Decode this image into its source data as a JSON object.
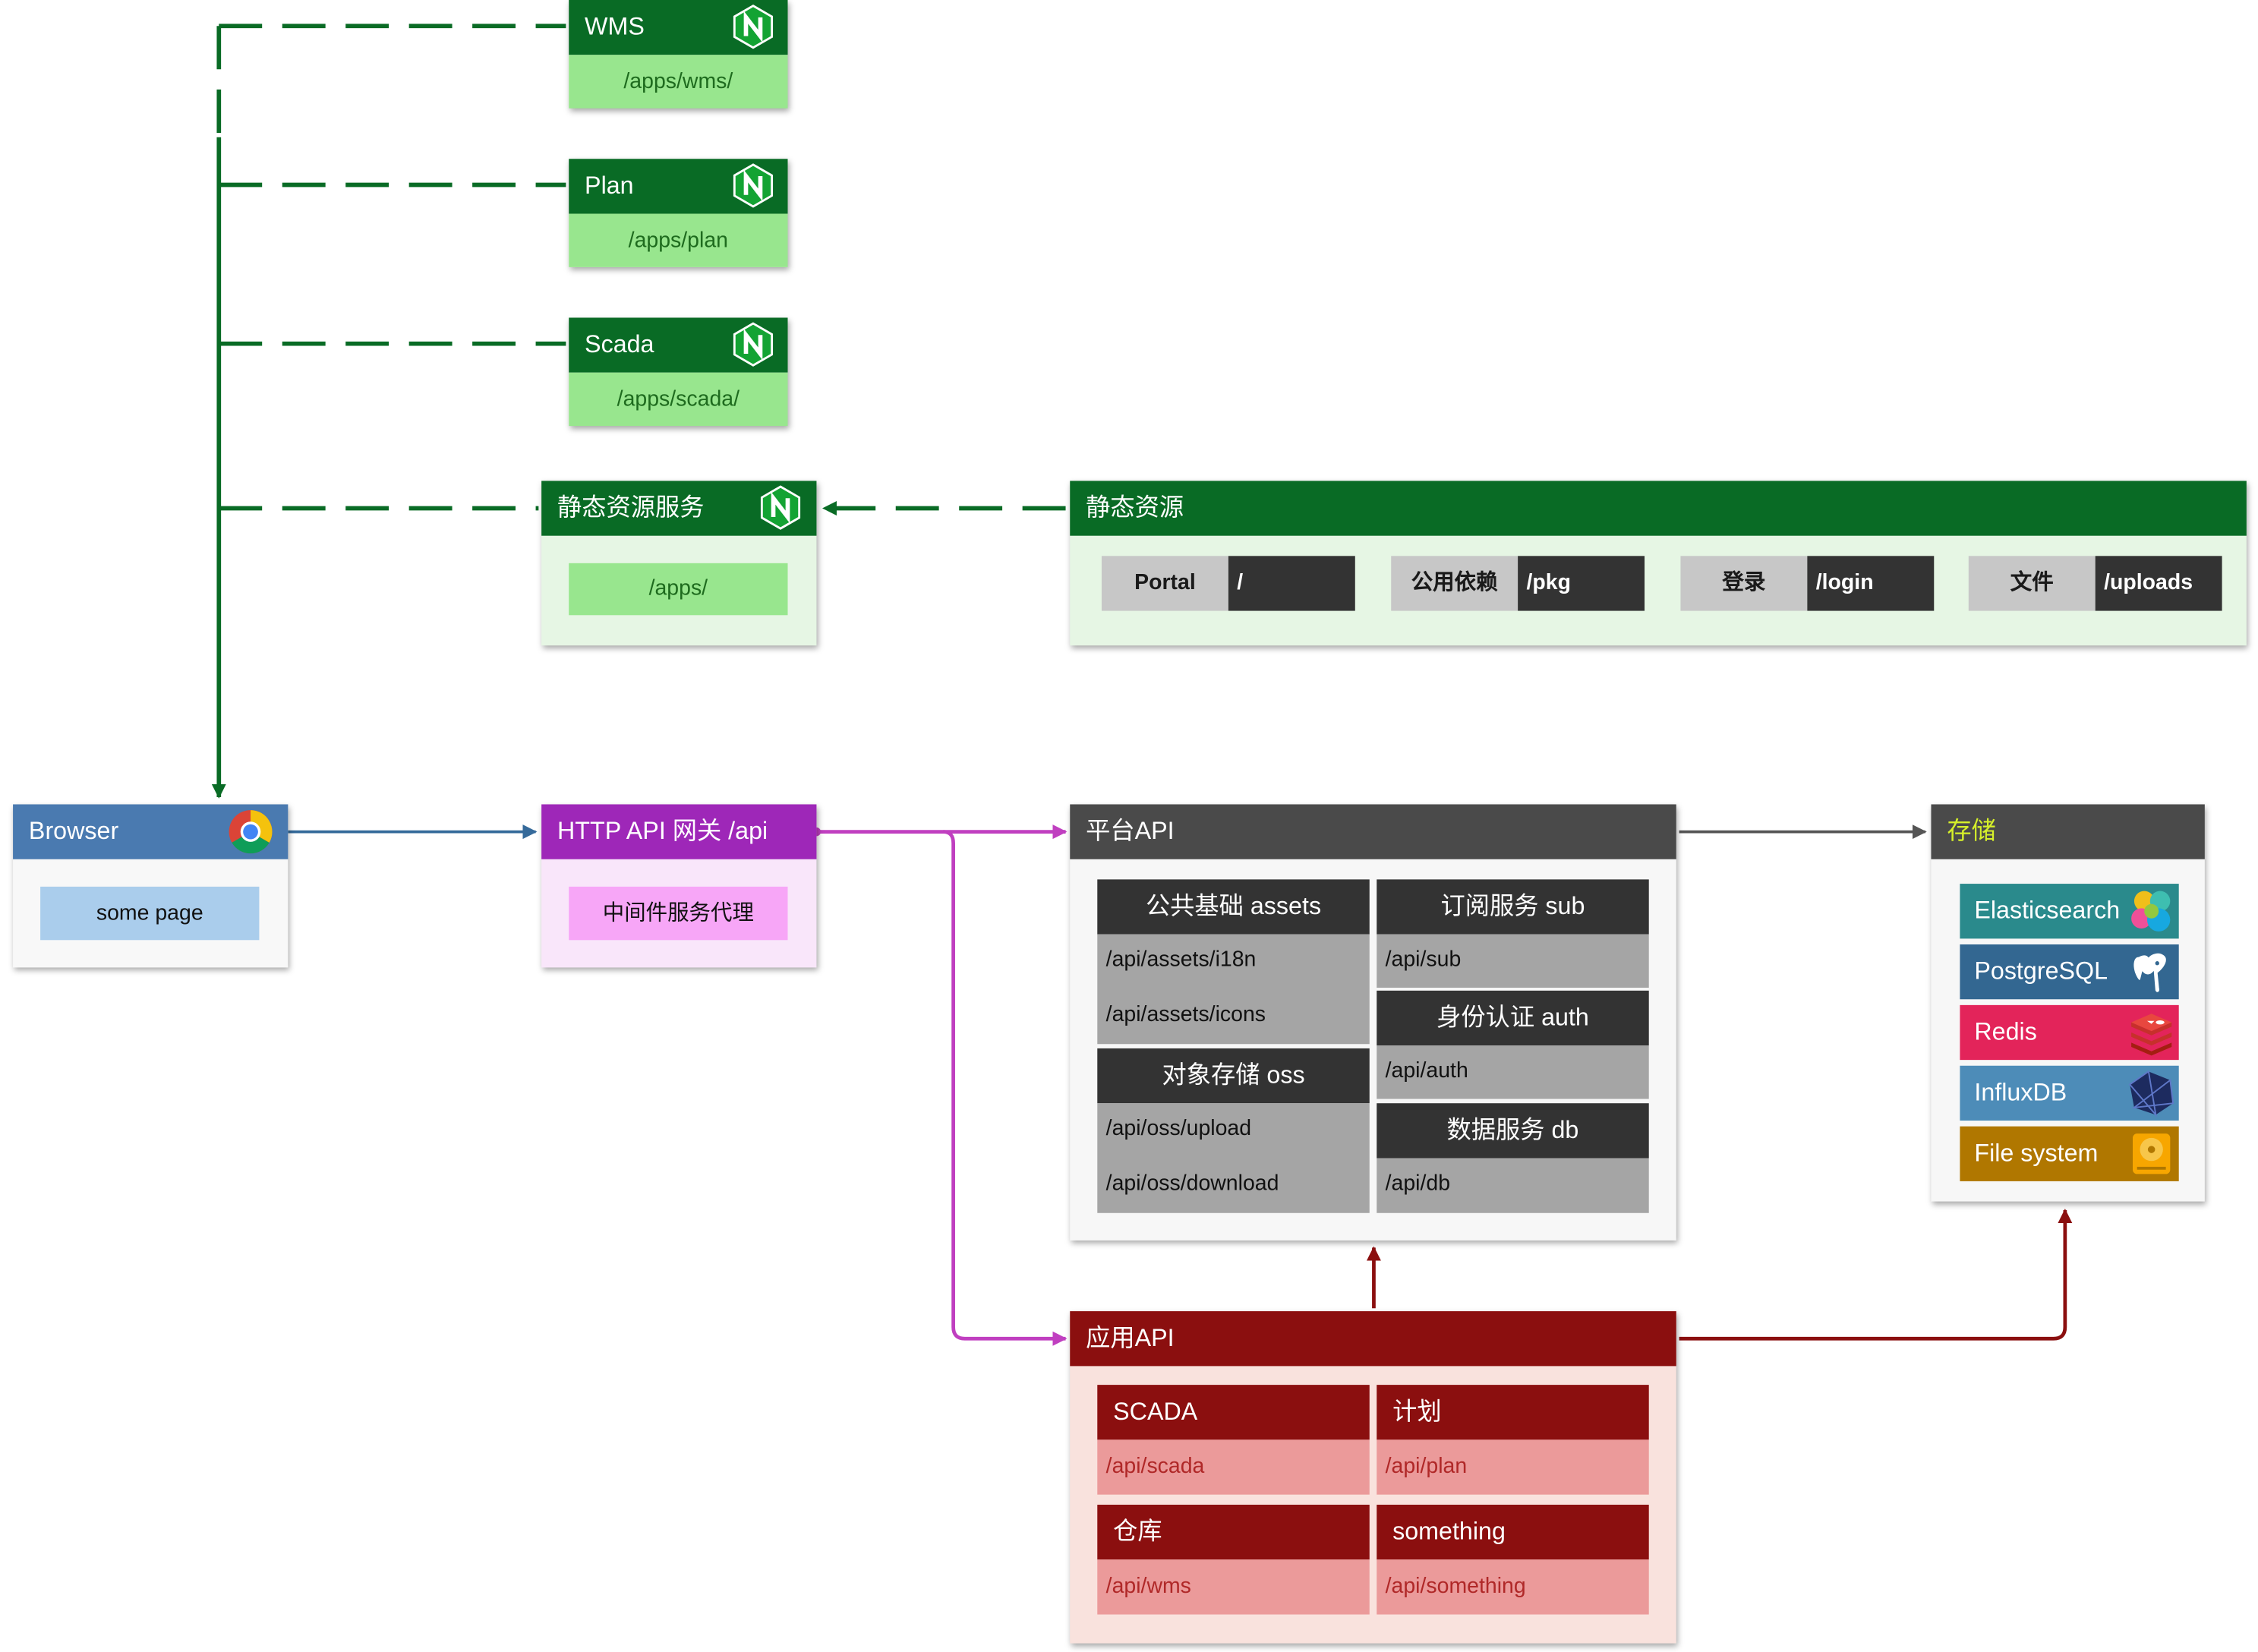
{
  "nginx_apps": [
    {
      "name": "WMS",
      "path": "/apps/wms/"
    },
    {
      "name": "Plan",
      "path": "/apps/plan"
    },
    {
      "name": "Scada",
      "path": "/apps/scada/"
    }
  ],
  "static_service": {
    "title": "静态资源服务",
    "path": "/apps/"
  },
  "static_resources": {
    "title": "静态资源",
    "items": [
      {
        "name": "Portal",
        "path": "/"
      },
      {
        "name": "公用依赖",
        "path": "/pkg"
      },
      {
        "name": "登录",
        "path": "/login"
      },
      {
        "name": "文件",
        "path": "/uploads"
      }
    ]
  },
  "browser": {
    "title": "Browser",
    "page": "some page"
  },
  "gateway": {
    "title": "HTTP API 网关 /api",
    "subtitle": "中间件服务代理"
  },
  "platform_api": {
    "title": "平台API",
    "modules": [
      {
        "name": "公共基础 assets",
        "paths": [
          "/api/assets/i18n",
          "/api/assets/icons"
        ]
      },
      {
        "name": "订阅服务 sub",
        "paths": [
          "/api/sub"
        ]
      },
      {
        "name": "身份认证 auth",
        "paths": [
          "/api/auth"
        ]
      },
      {
        "name": "对象存储 oss",
        "paths": [
          "/api/oss/upload",
          "/api/oss/download"
        ]
      },
      {
        "name": "数据服务 db",
        "paths": [
          "/api/db"
        ]
      }
    ]
  },
  "app_api": {
    "title": "应用API",
    "modules": [
      {
        "name": "SCADA",
        "path": "/api/scada"
      },
      {
        "name": "计划",
        "path": "/api/plan"
      },
      {
        "name": "仓库",
        "path": "/api/wms"
      },
      {
        "name": "something",
        "path": "/api/something"
      }
    ]
  },
  "storage": {
    "title": "存储",
    "items": [
      {
        "name": "Elasticsearch",
        "icon": "elasticsearch-icon",
        "color": "#2a8a8c"
      },
      {
        "name": "PostgreSQL",
        "icon": "postgresql-icon",
        "color": "#336791"
      },
      {
        "name": "Redis",
        "icon": "redis-icon",
        "color": "#e3245a"
      },
      {
        "name": "InfluxDB",
        "icon": "influxdb-icon",
        "color": "#4d8cb8"
      },
      {
        "name": "File system",
        "icon": "hard-disk-icon",
        "color": "#b07700"
      }
    ]
  },
  "colors": {
    "nginx_green": "#096b25",
    "browser_blue": "#4a7ab0",
    "gateway_purple": "#9e27b8",
    "platform_dark": "#333333",
    "app_red": "#8b0f0f"
  }
}
